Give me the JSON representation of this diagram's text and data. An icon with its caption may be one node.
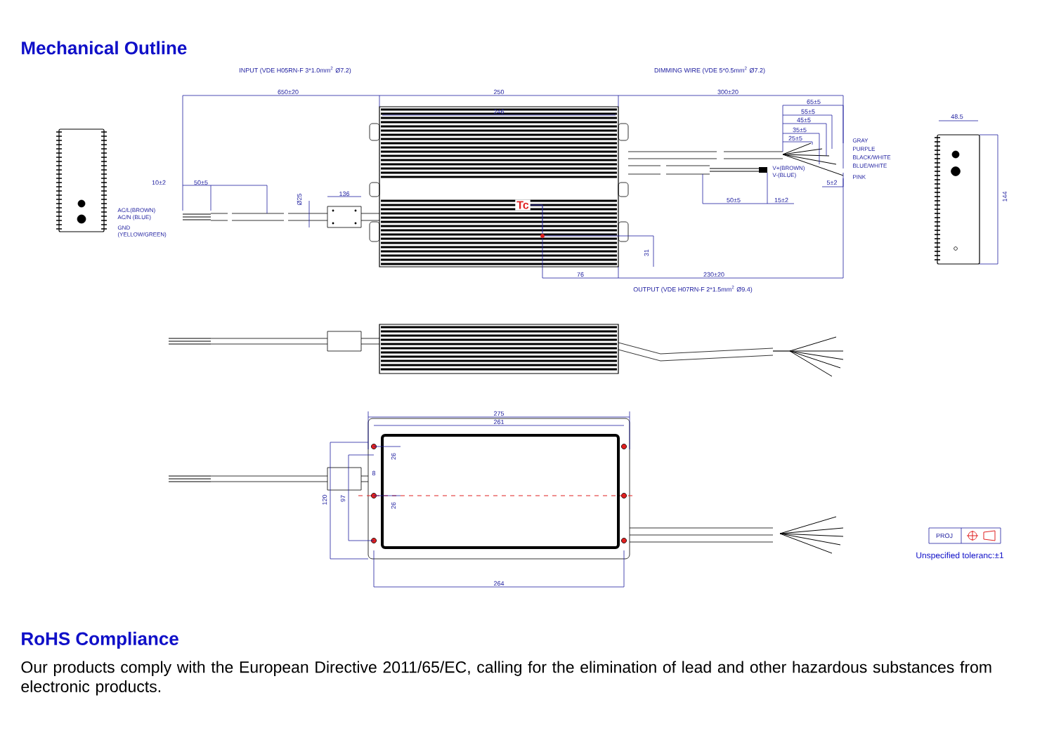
{
  "diagram": {
    "title": "Mechanical Outline",
    "nodes": [
      {
        "text": [
          "Tc"
        ]
      },
      {
        "text": [],
        "shape": "circle"
      }
    ],
    "edges": [
      {
        "from": 0,
        "to": 1,
        "arrow": "none"
      }
    ],
    "labels": [
      "INPUT (VDE H05RN-F 3*1.0mm$^{2}$ Ø7.2)",
      "DIMMING WIRE (VDE 5*0.5mm$^{2}$ Ø7.2)",
      "650±20",
      "250",
      "300±20",
      "246",
      "48.5",
      "65±5",
      "55±5",
      "45±5",
      "35±5",
      "25±5",
      "GRAY",
      "PURPLE",
      "BLACK/WHITE",
      "BLUE/WHITE",
      "PINK",
      "V+(BROWN)",
      "V-(BLUE)",
      "10±2",
      "50±5",
      "5±2",
      "136",
      "Ø25",
      "AC/L(BROWN)",
      "AC/N (BLUE)",
      "GND (YELLOW/GREEN)",
      "144",
      "50±5",
      "15±2",
      "31",
      "76",
      "230±20",
      "OUTPUT (VDE H07RN-F 2*1.5mm$^{2}$ Ø9.4)",
      "275",
      "261",
      "26",
      "8",
      "26",
      "120",
      "97",
      "264",
      "PROJ",
      "Unspecified toleranc:±1",
      "RoHS Compliance",
      "Our products comply with the European Directive 2011/65/EC, calling for the elimination of lead and other hazardous substances from electronic products."
    ]
  }
}
